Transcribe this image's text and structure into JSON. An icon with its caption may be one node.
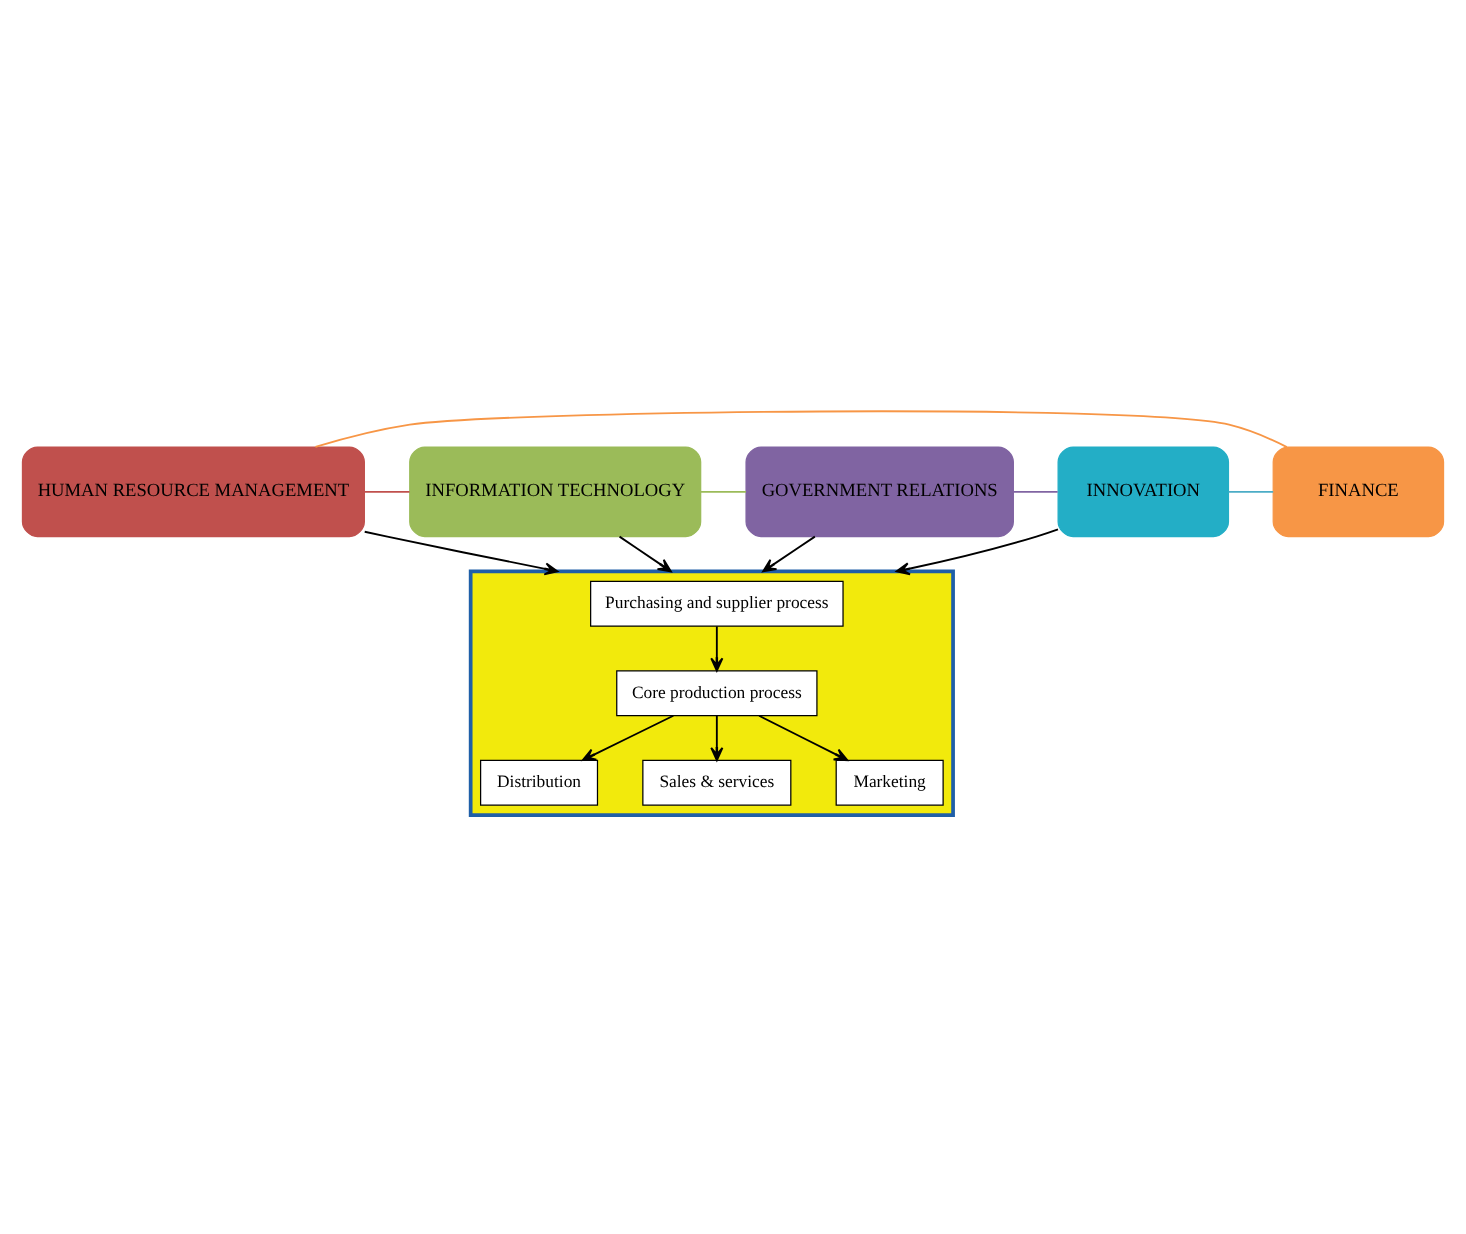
{
  "diagram": {
    "nodes": [
      {
        "text": [
          "HUMAN RESOURCE MANAGEMENT"
        ]
      },
      {
        "text": [
          "FINANCE"
        ]
      },
      {
        "text": [
          "INFORMATION TECHNOLOGY"
        ]
      },
      {
        "text": [],
        "shape": "box"
      },
      {
        "text": [
          "Purchasing and supplier process"
        ],
        "in": 3
      },
      {
        "text": [
          "Core production process"
        ],
        "in": 3
      },
      {
        "text": [
          "Distribution"
        ],
        "in": 3
      },
      {
        "text": [
          "Sales & services"
        ],
        "in": 3
      },
      {
        "text": [
          "Marketing"
        ],
        "in": 3
      },
      {
        "text": [
          "INNOVATION"
        ]
      },
      {
        "text": [
          "GOVERNMENT RELATIONS"
        ]
      }
    ],
    "edges": [
      {
        "from": 0,
        "to": 3,
        "arrow": "to"
      },
      {
        "from": 2,
        "to": 3,
        "arrow": "to"
      },
      {
        "from": 9,
        "to": 3,
        "arrow": "to"
      },
      {
        "from": 10,
        "to": 3,
        "arrow": "to"
      },
      {
        "from": 4,
        "to": 5,
        "arrow": "to"
      },
      {
        "from": 5,
        "to": 6,
        "arrow": "to"
      },
      {
        "from": 5,
        "to": 7,
        "arrow": "to"
      },
      {
        "from": 5,
        "to": 8,
        "arrow": "to"
      },
      {
        "from": 1,
        "to": 0,
        "arrow": "none",
        "color": "#f79646"
      },
      {
        "from": 0,
        "to": 2,
        "arrow": "none",
        "color": "#c0504d"
      },
      {
        "from": 2,
        "to": 10,
        "arrow": "none",
        "color": "#9bbb59"
      },
      {
        "from": 10,
        "to": 9,
        "arrow": "none",
        "color": "#8064a2"
      },
      {
        "from": 9,
        "to": 1,
        "arrow": "none",
        "color": "#4bacc6"
      }
    ]
  }
}
